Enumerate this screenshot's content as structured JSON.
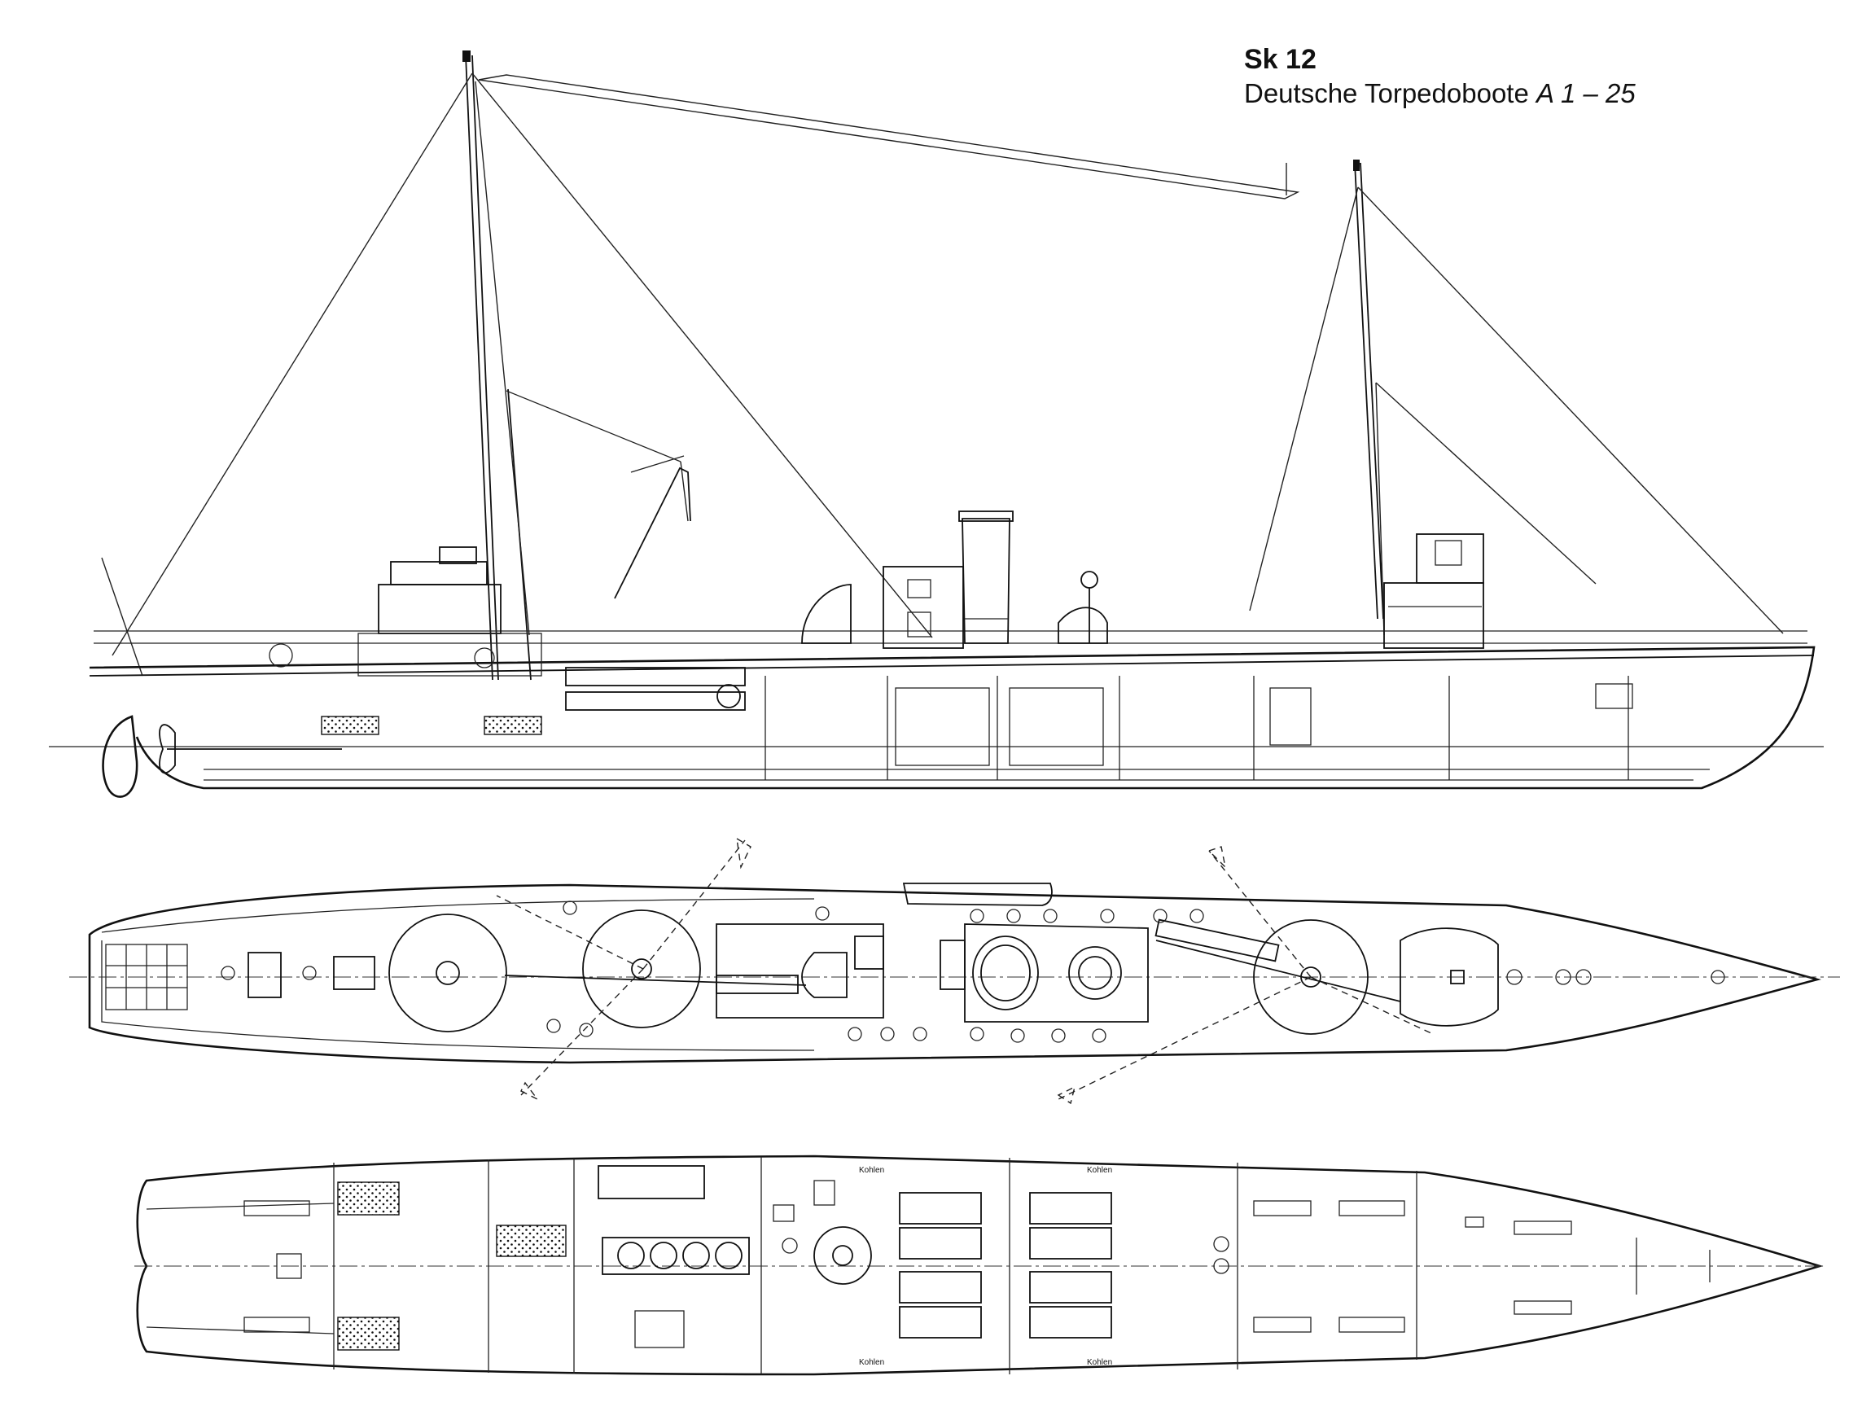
{
  "title": {
    "code": "Sk 12",
    "subtitle": "Deutsche Torpedoboote",
    "range": "A 1 – 25"
  },
  "annotations": {
    "coal_label": "Kohlen"
  },
  "colors": {
    "ink": "#111111",
    "paper": "#ffffff"
  }
}
